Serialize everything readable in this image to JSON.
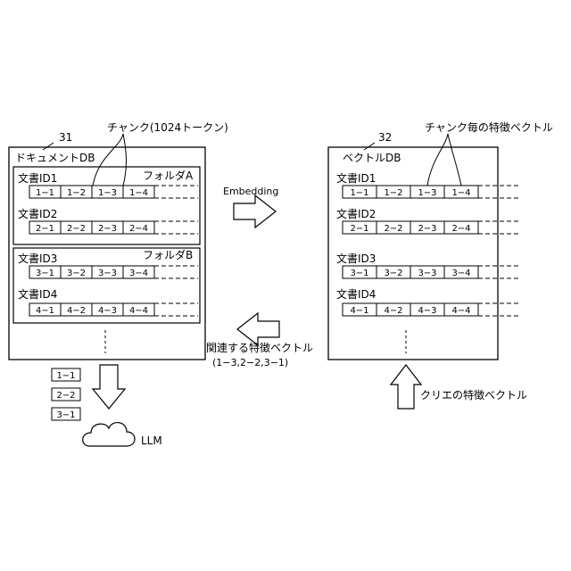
{
  "left_db": {
    "ref_number": "31",
    "title": "ドキュメントDB",
    "folders": [
      {
        "label": "フォルダA",
        "docs": [
          {
            "label": "文書ID1",
            "chunks": [
              "1−1",
              "1−2",
              "1−3",
              "1−4"
            ]
          },
          {
            "label": "文書ID2",
            "chunks": [
              "2−1",
              "2−2",
              "2−3",
              "2−4"
            ]
          }
        ]
      },
      {
        "label": "フォルダB",
        "docs": [
          {
            "label": "文書ID3",
            "chunks": [
              "3−1",
              "3−2",
              "3−3",
              "3−4"
            ]
          },
          {
            "label": "文書ID4",
            "chunks": [
              "4−1",
              "4−2",
              "4−3",
              "4−4"
            ]
          }
        ]
      }
    ]
  },
  "right_db": {
    "ref_number": "32",
    "title": "ベクトルDB",
    "docs": [
      {
        "label": "文書ID1",
        "chunks": [
          "1−1",
          "1−2",
          "1−3",
          "1−4"
        ]
      },
      {
        "label": "文書ID2",
        "chunks": [
          "2−1",
          "2−2",
          "2−3",
          "2−4"
        ]
      },
      {
        "label": "文書ID3",
        "chunks": [
          "3−1",
          "3−2",
          "3−3",
          "3−4"
        ]
      },
      {
        "label": "文書ID4",
        "chunks": [
          "4−1",
          "4−2",
          "4−3",
          "4−4"
        ]
      }
    ]
  },
  "callouts": {
    "chunk_label": "チャンク(1024トークン)",
    "vector_label": "チャンク毎の特徴ベクトル"
  },
  "arrows": {
    "embedding_label": "Embedding",
    "related_label_line1": "関連する特徴ベクトル",
    "related_label_line2": "(1−3,2−2,3−1)",
    "query_label": "クリエの特徴ベクトル"
  },
  "retrieved_chunks": [
    "1−1",
    "2−2",
    "3−1"
  ],
  "llm_label": "LLM"
}
